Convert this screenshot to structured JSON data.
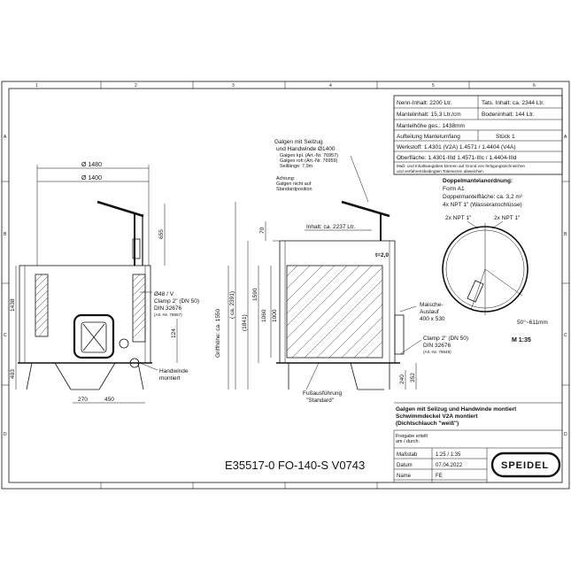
{
  "frame": {
    "cols": [
      "1",
      "2",
      "3",
      "4",
      "5",
      "6"
    ],
    "rows": [
      "A",
      "B",
      "C",
      "D"
    ]
  },
  "spec_table": {
    "rows": [
      [
        "Nenn-Inhalt: 2200 Ltr.",
        "Tats. Inhalt: ca. 2344 Ltr."
      ],
      [
        "Mantelinhalt: 15,3 Ltr./cm",
        "Bodeninhalt: 144 Ltr."
      ],
      [
        "Mantelhöhe ges.: 1438mm",
        ""
      ],
      [
        "Aufteilung Mantelumfang",
        "Stück 1"
      ],
      [
        "Werkstoff: 1.4301 (V2A)   1.4571 / 1.4404 (V4A)",
        ""
      ],
      [
        "Oberfläche: 1.4301-IIId   1.4571-IIIc / 1.4404-IIId",
        ""
      ]
    ],
    "footnote": [
      "Maß- und Inhaltsangaben können auf Grund von fertigungstechnischen",
      "und verfahrensbedingten Toleranzen abweichen."
    ]
  },
  "front_view": {
    "dim_outer": "Ø 1480",
    "dim_inner": "Ø 1400",
    "dim_height": "1438",
    "dim_lower": "403",
    "dim_655": "655",
    "dim_grip": "Griffhöhe: ca. 1550",
    "dim_124": "124",
    "dim_270": "270",
    "dim_450": "450",
    "clamp_label": [
      "Ø48 / V",
      "Clamp 2\" (DN 50)",
      "DIN 32676",
      "(Art.-Nr. 79657)"
    ],
    "winch_label": [
      "Handwinde",
      "montiert"
    ]
  },
  "side_view": {
    "crane_label": [
      "Galgen mit Seilzug",
      "und Handwinde Ø1400"
    ],
    "crane_art": [
      "Galgen kpl. (Art.-Nr. 76957)",
      "Galgen roh (Art.-Nr. 76959)",
      "Seillänge: 7,9m"
    ],
    "attention": [
      "Achtung:",
      "Galgen nicht auf",
      "Standardposition"
    ],
    "content": "Inhalt: ca. 2237 Ltr.",
    "thickness": "t=2,0",
    "dim_70": "70",
    "dim_2391": "( ca. 2391)",
    "dim_1841": "(1841)",
    "dim_1590": "1590",
    "dim_1060": "1060",
    "dim_1000": "1000",
    "dim_240": "240",
    "dim_352": "352",
    "manway": [
      "Maische-",
      "Auslauf",
      "400 x 530"
    ],
    "clamp2": [
      "Clamp 2\" (DN 50)",
      "DIN 32676",
      "(Art.-Nr. 79649)"
    ],
    "feet": [
      "Fußausführung",
      "\"Standard\""
    ]
  },
  "plan_view": {
    "title": "Doppelmantelanordnung:",
    "lines": [
      "Form A1",
      "Doppelmantelfläche: ca. 3,2 m²",
      "4x NPT 1\" (Wasseranschlüsse)"
    ],
    "npt_left": "2x NPT 1\"",
    "npt_right": "2x NPT 1\"",
    "angle": "50°~611mm",
    "scale": "M 1:35"
  },
  "title_block": {
    "description": [
      "Galgen mit Seilzug und Handwinde montiert",
      "Schwimmdeckel V2A montiert",
      "(Dichtschlauch \"weiß\")"
    ],
    "release": [
      "Freigabe erteilt",
      "am / durch:"
    ],
    "code": "E35517-0  FO-140-S  V0743",
    "scale_label": "Maßstab",
    "scale_value": "1:25 / 1:35",
    "date_label": "Datum",
    "date_value": "07.04.2022",
    "name_label": "Name",
    "name_value": "FE",
    "logo": "SPEIDEL"
  }
}
